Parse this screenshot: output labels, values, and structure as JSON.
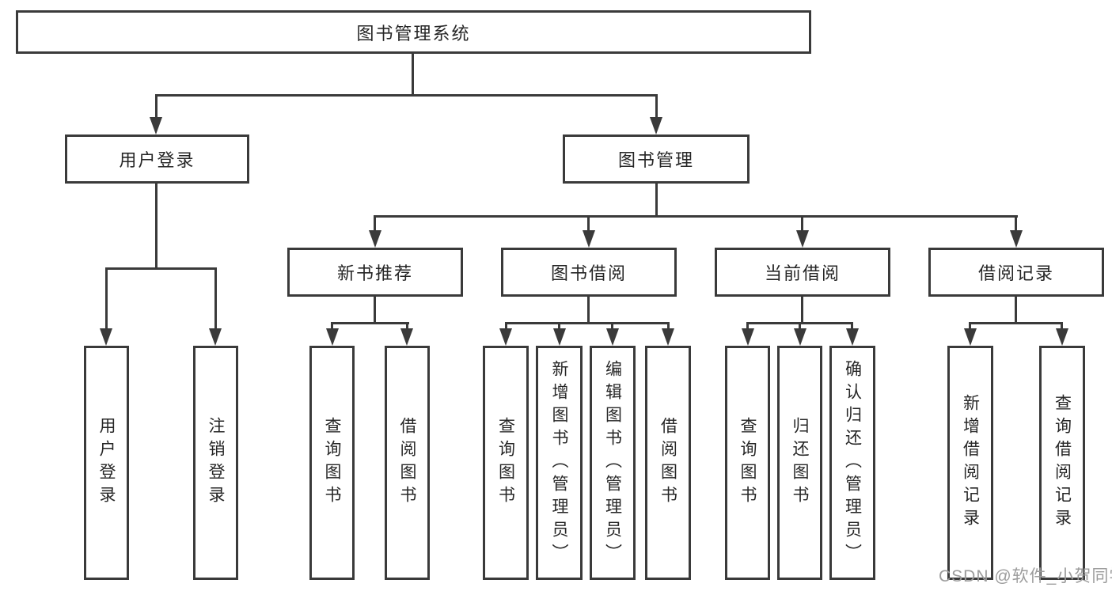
{
  "colors": {
    "line": "#3a3a3a",
    "text": "#262626",
    "box_background": "#ffffff",
    "watermark": "#9c9c9c"
  },
  "tree": {
    "root": {
      "label": "图书管理系统"
    },
    "children": [
      {
        "label": "用户登录",
        "children": [
          {
            "label": "用户登录"
          },
          {
            "label": "注销登录"
          }
        ]
      },
      {
        "label": "图书管理",
        "children": [
          {
            "label": "新书推荐",
            "children": [
              {
                "label": "查询图书"
              },
              {
                "label": "借阅图书"
              }
            ]
          },
          {
            "label": "图书借阅",
            "children": [
              {
                "label": "查询图书"
              },
              {
                "label": "新增图书（管理员）"
              },
              {
                "label": "编辑图书（管理员）"
              },
              {
                "label": "借阅图书"
              }
            ]
          },
          {
            "label": "当前借阅",
            "children": [
              {
                "label": "查询图书"
              },
              {
                "label": "归还图书"
              },
              {
                "label": "确认归还（管理员）"
              }
            ]
          },
          {
            "label": "借阅记录",
            "children": [
              {
                "label": "新增借阅记录"
              },
              {
                "label": "查询借阅记录"
              }
            ]
          }
        ]
      }
    ]
  },
  "watermark": {
    "text": "CSDN @软件_小贺同学"
  }
}
